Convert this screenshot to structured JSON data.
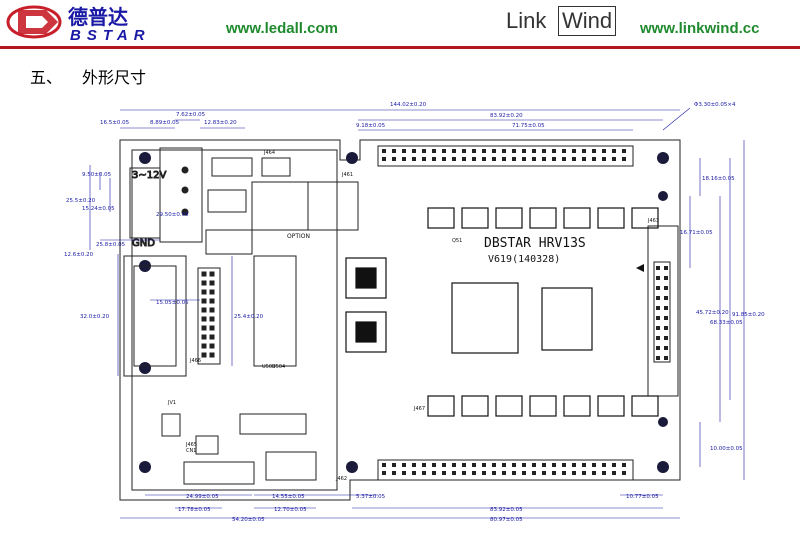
{
  "header": {
    "logo_left_cn": "德普达",
    "logo_left_en": "BSTAR",
    "url_left": "www.ledall.com",
    "logo_right_a": "Link",
    "logo_right_b": "Wind",
    "url_right": "www.linkwind.cc"
  },
  "section": {
    "number": "五、",
    "title": "外形尺寸"
  },
  "board": {
    "model": "DBSTAR HRV13S",
    "version": "V619(140328)",
    "power_label": "3~12V",
    "gnd_label": "GND",
    "option_label": "OPTION"
  },
  "dimensions": {
    "d_144": "144.02±0.20",
    "d_83_top": "83.92±0.20",
    "d_71": "71.75±0.05",
    "d_9_18": "9.18±0.05",
    "d_7_62": "7.62±0.05",
    "d_12_83": "12.83±0.20",
    "d_16_5": "16.5±0.05",
    "d_8_89": "8.89±0.05",
    "d_hole": "Φ3.30±0.05×4",
    "d_9_5": "9.50±0.05",
    "d_25_5": "25.5±0.20",
    "d_15_24": "15.24±0.05",
    "d_29_5": "29.50±0.05",
    "d_25_8": "25.8±0.05",
    "d_12_6": "12.6±0.20",
    "d_32": "32.0±0.20",
    "d_15_05": "15.05±0.05",
    "d_25_4": "25.4±0.20",
    "d_18_16": "18.16±0.05",
    "d_16_7": "16.71±0.05",
    "d_45_72": "45.72±0.20",
    "d_68_33": "68.33±0.05",
    "d_91_85": "91.85±0.20",
    "d_10": "10.00±0.05",
    "d_24_99": "24.99±0.05",
    "d_14_55": "14.55±0.05",
    "d_5_37": "5.37±0.05",
    "d_10_77": "10.77±0.05",
    "d_17_78": "17.78±0.05",
    "d_12_7": "12.70±0.05",
    "d_83_bot": "83.92±0.05",
    "d_80_97": "80.97±0.05",
    "d_54_2": "54.20±0.05"
  },
  "refs": [
    "J461",
    "J462",
    "J463",
    "J464",
    "J465",
    "J466",
    "J467",
    "JV1",
    "CN1",
    "U503",
    "U504",
    "Q51"
  ],
  "colors": {
    "accent_red": "#b5151c",
    "url_green": "#1f8a2e",
    "dim_blue": "#1a1aa6"
  }
}
